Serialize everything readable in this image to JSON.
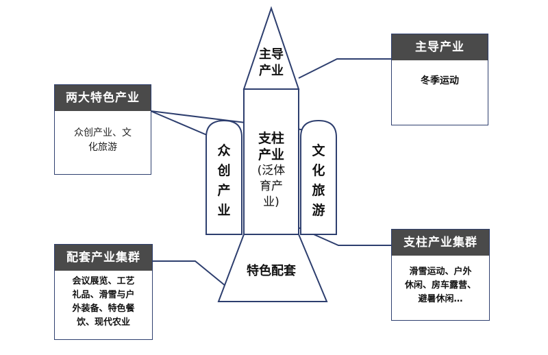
{
  "rocket": {
    "tip_label": "主导\n产业",
    "body_label": "支柱\n产业",
    "body_sublabel": "(泛体\n育产\n业)",
    "left_fin_label": "众创产业",
    "right_fin_label": "文化旅游",
    "base_label": "特色配套"
  },
  "boxes": {
    "leading": {
      "title": "主导产业",
      "content": "冬季运动"
    },
    "two_features": {
      "title": "两大特色产业",
      "content": "众创产业、文\n化旅游"
    },
    "pillar_cluster": {
      "title": "支柱产业集群",
      "content": "滑雪运动、户外\n休闲、房车露营、\n避暑休闲…"
    },
    "support_cluster": {
      "title": "配套产业集群",
      "content": "会议展览、工艺\n礼品、滑雪与户\n外装备、特色餐\n饮、现代农业"
    }
  },
  "colors": {
    "outline": "#2d3e6e",
    "header_bg": "#4a4a4a",
    "header_text": "#ffffff"
  }
}
